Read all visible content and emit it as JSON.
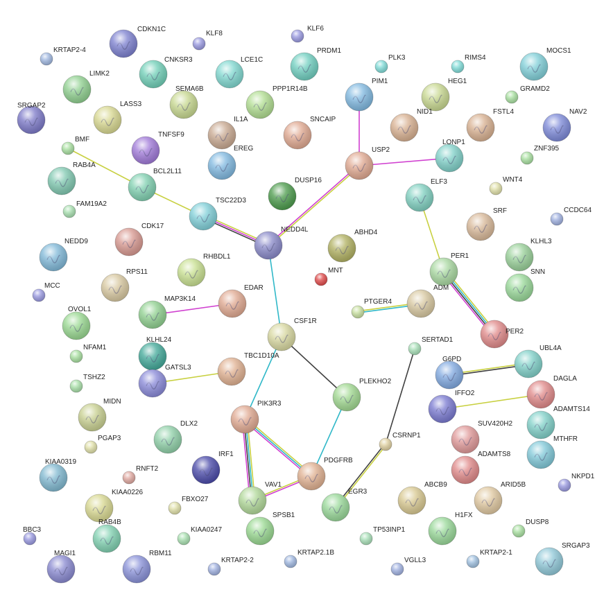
{
  "network": {
    "nodes": [
      {
        "id": "CDKN1C",
        "label": "CDKN1C",
        "color": "#7b7fcf",
        "size": "large"
      },
      {
        "id": "KLF8",
        "label": "KLF8",
        "color": "#9898e0",
        "size": "small"
      },
      {
        "id": "KLF6",
        "label": "KLF6",
        "color": "#9898e0",
        "size": "small"
      },
      {
        "id": "KRTAP2-4",
        "label": "KRTAP2-4",
        "color": "#9fb7e0",
        "size": "small"
      },
      {
        "id": "CNKSR3",
        "label": "CNKSR3",
        "color": "#6fcfb7",
        "size": "large"
      },
      {
        "id": "LCE1C",
        "label": "LCE1C",
        "color": "#7fd8d0",
        "size": "large"
      },
      {
        "id": "PRDM1",
        "label": "PRDM1",
        "color": "#6fcfc0",
        "size": "large"
      },
      {
        "id": "PLK3",
        "label": "PLK3",
        "color": "#7fdcd8",
        "size": "small"
      },
      {
        "id": "RIMS4",
        "label": "RIMS4",
        "color": "#7fdcd8",
        "size": "small"
      },
      {
        "id": "MOCS1",
        "label": "MOCS1",
        "color": "#7fcfd8",
        "size": "large"
      },
      {
        "id": "LIMK2",
        "label": "LIMK2",
        "color": "#8fd08f",
        "size": "large"
      },
      {
        "id": "SRGAP2",
        "label": "SRGAP2",
        "color": "#7b78c8",
        "size": "large"
      },
      {
        "id": "SEMA6B",
        "label": "SEMA6B",
        "color": "#c7d88f",
        "size": "large"
      },
      {
        "id": "PPP1R14B",
        "label": "PPP1R14B",
        "color": "#b0dd90",
        "size": "large"
      },
      {
        "id": "PIM1",
        "label": "PIM1",
        "color": "#7fb8e0",
        "size": "large"
      },
      {
        "id": "HEG1",
        "label": "HEG1",
        "color": "#c8d890",
        "size": "large"
      },
      {
        "id": "GRAMD2",
        "label": "GRAMD2",
        "color": "#a8e0a0",
        "size": "small"
      },
      {
        "id": "LASS3",
        "label": "LASS3",
        "color": "#d8d890",
        "size": "large"
      },
      {
        "id": "IL1A",
        "label": "IL1A",
        "color": "#c8a890",
        "size": "large"
      },
      {
        "id": "SNCAIP",
        "label": "SNCAIP",
        "color": "#e0a890",
        "size": "large"
      },
      {
        "id": "NID1",
        "label": "NID1",
        "color": "#d8b090",
        "size": "large"
      },
      {
        "id": "FSTL4",
        "label": "FSTL4",
        "color": "#d8b090",
        "size": "large"
      },
      {
        "id": "NAV2",
        "label": "NAV2",
        "color": "#7b88d8",
        "size": "large"
      },
      {
        "id": "BMF",
        "label": "BMF",
        "color": "#a8e0a0",
        "size": "small"
      },
      {
        "id": "TNFSF9",
        "label": "TNFSF9",
        "color": "#9f78d8",
        "size": "large"
      },
      {
        "id": "EREG",
        "label": "EREG",
        "color": "#7fb8e0",
        "size": "large"
      },
      {
        "id": "USP2",
        "label": "USP2",
        "color": "#e0a890",
        "size": "large"
      },
      {
        "id": "LONP1",
        "label": "LONP1",
        "color": "#7fd0c8",
        "size": "large"
      },
      {
        "id": "ZNF395",
        "label": "ZNF395",
        "color": "#a8e0a0",
        "size": "small"
      },
      {
        "id": "RAB4A",
        "label": "RAB4A",
        "color": "#7fc8b0",
        "size": "large"
      },
      {
        "id": "BCL2L11",
        "label": "BCL2L11",
        "color": "#7fd0b0",
        "size": "large"
      },
      {
        "id": "DUSP16",
        "label": "DUSP16",
        "color": "#4a9a4a",
        "size": "large"
      },
      {
        "id": "ELF3",
        "label": "ELF3",
        "color": "#7fd0c0",
        "size": "large"
      },
      {
        "id": "WNT4",
        "label": "WNT4",
        "color": "#e0e0a8",
        "size": "small"
      },
      {
        "id": "FAM19A2",
        "label": "FAM19A2",
        "color": "#a8e0b0",
        "size": "small"
      },
      {
        "id": "TSC22D3",
        "label": "TSC22D3",
        "color": "#7fcfd8",
        "size": "large"
      },
      {
        "id": "SRF",
        "label": "SRF",
        "color": "#d8b898",
        "size": "large"
      },
      {
        "id": "CCDC64",
        "label": "CCDC64",
        "color": "#9fb0e0",
        "size": "small"
      },
      {
        "id": "NEDD9",
        "label": "NEDD9",
        "color": "#7fb8d8",
        "size": "large"
      },
      {
        "id": "CDK17",
        "label": "CDK17",
        "color": "#d89890",
        "size": "large"
      },
      {
        "id": "NEDD4L",
        "label": "NEDD4L",
        "color": "#8888c8",
        "size": "large"
      },
      {
        "id": "ABHD4",
        "label": "ABHD4",
        "color": "#b0b060",
        "size": "large"
      },
      {
        "id": "KLHL3",
        "label": "KLHL3",
        "color": "#98d098",
        "size": "large"
      },
      {
        "id": "RHBDL1",
        "label": "RHBDL1",
        "color": "#c8e090",
        "size": "large"
      },
      {
        "id": "MNT",
        "label": "MNT",
        "color": "#e04848",
        "size": "small"
      },
      {
        "id": "PER1",
        "label": "PER1",
        "color": "#a8d8a0",
        "size": "large"
      },
      {
        "id": "RPS11",
        "label": "RPS11",
        "color": "#d8c8a0",
        "size": "large"
      },
      {
        "id": "SNN",
        "label": "SNN",
        "color": "#98d898",
        "size": "large"
      },
      {
        "id": "MCC",
        "label": "MCC",
        "color": "#9898e0",
        "size": "small"
      },
      {
        "id": "EDAR",
        "label": "EDAR",
        "color": "#e0a890",
        "size": "large"
      },
      {
        "id": "ADM",
        "label": "ADM",
        "color": "#d8c8a0",
        "size": "large"
      },
      {
        "id": "MAP3K14",
        "label": "MAP3K14",
        "color": "#8fd08f",
        "size": "large"
      },
      {
        "id": "PTGER4",
        "label": "PTGER4",
        "color": "#c8e0a0",
        "size": "small"
      },
      {
        "id": "OVOL1",
        "label": "OVOL1",
        "color": "#98d890",
        "size": "large"
      },
      {
        "id": "CSF1R",
        "label": "CSF1R",
        "color": "#d8d8a0",
        "size": "large"
      },
      {
        "id": "PER2",
        "label": "PER2",
        "color": "#e08888",
        "size": "large"
      },
      {
        "id": "NFAM1",
        "label": "NFAM1",
        "color": "#a8e0a0",
        "size": "small"
      },
      {
        "id": "KLHL24",
        "label": "KLHL24",
        "color": "#40a898",
        "size": "large"
      },
      {
        "id": "SERTAD1",
        "label": "SERTAD1",
        "color": "#a8e0b8",
        "size": "small"
      },
      {
        "id": "TBC1D10A",
        "label": "TBC1D10A",
        "color": "#e0b090",
        "size": "large"
      },
      {
        "id": "G6PD",
        "label": "G6PD",
        "color": "#7fa8e0",
        "size": "large"
      },
      {
        "id": "UBL4A",
        "label": "UBL4A",
        "color": "#7fd0c8",
        "size": "large"
      },
      {
        "id": "GATSL3",
        "label": "GATSL3",
        "color": "#8888d8",
        "size": "large"
      },
      {
        "id": "TSHZ2",
        "label": "TSHZ2",
        "color": "#a8e0a8",
        "size": "small"
      },
      {
        "id": "PLEKHO2",
        "label": "PLEKHO2",
        "color": "#a0d890",
        "size": "large"
      },
      {
        "id": "DAGLA",
        "label": "DAGLA",
        "color": "#e08888",
        "size": "large"
      },
      {
        "id": "IFFO2",
        "label": "IFFO2",
        "color": "#7878d0",
        "size": "large"
      },
      {
        "id": "MIDN",
        "label": "MIDN",
        "color": "#c8d090",
        "size": "large"
      },
      {
        "id": "PIK3R3",
        "label": "PIK3R3",
        "color": "#e0a890",
        "size": "large"
      },
      {
        "id": "ADAMTS14",
        "label": "ADAMTS14",
        "color": "#7fd0c8",
        "size": "large"
      },
      {
        "id": "DLX2",
        "label": "DLX2",
        "color": "#8fd0a8",
        "size": "large"
      },
      {
        "id": "SUV420H2",
        "label": "SUV420H2",
        "color": "#e09898",
        "size": "large"
      },
      {
        "id": "CSRNP1",
        "label": "CSRNP1",
        "color": "#e0d0a0",
        "size": "small"
      },
      {
        "id": "PGAP3",
        "label": "PGAP3",
        "color": "#e0e0a8",
        "size": "small"
      },
      {
        "id": "MTHFR",
        "label": "MTHFR",
        "color": "#7fc8d8",
        "size": "large"
      },
      {
        "id": "KIAA0319",
        "label": "KIAA0319",
        "color": "#7fb8d0",
        "size": "large"
      },
      {
        "id": "IRF1",
        "label": "IRF1",
        "color": "#4848a8",
        "size": "large"
      },
      {
        "id": "PDGFRB",
        "label": "PDGFRB",
        "color": "#e0b090",
        "size": "large"
      },
      {
        "id": "ADAMTS8",
        "label": "ADAMTS8",
        "color": "#e08888",
        "size": "large"
      },
      {
        "id": "RNFT2",
        "label": "RNFT2",
        "color": "#e0a8a0",
        "size": "small"
      },
      {
        "id": "NKPD1",
        "label": "NKPD1",
        "color": "#9898e0",
        "size": "small"
      },
      {
        "id": "KIAA0226",
        "label": "KIAA0226",
        "color": "#d8d890",
        "size": "large"
      },
      {
        "id": "FBXO27",
        "label": "FBXO27",
        "color": "#e0e0a8",
        "size": "small"
      },
      {
        "id": "VAV1",
        "label": "VAV1",
        "color": "#b0d898",
        "size": "large"
      },
      {
        "id": "ABCB9",
        "label": "ABCB9",
        "color": "#d8c890",
        "size": "large"
      },
      {
        "id": "ARID5B",
        "label": "ARID5B",
        "color": "#e0c8a0",
        "size": "large"
      },
      {
        "id": "EGR3",
        "label": "EGR3",
        "color": "#98d898",
        "size": "large"
      },
      {
        "id": "SPSB1",
        "label": "SPSB1",
        "color": "#98d890",
        "size": "large"
      },
      {
        "id": "RAB4B",
        "label": "RAB4B",
        "color": "#7fd0b0",
        "size": "large"
      },
      {
        "id": "H1FX",
        "label": "H1FX",
        "color": "#98d898",
        "size": "large"
      },
      {
        "id": "DUSP8",
        "label": "DUSP8",
        "color": "#a8e0a0",
        "size": "small"
      },
      {
        "id": "BBC3",
        "label": "BBC3",
        "color": "#9898e0",
        "size": "small"
      },
      {
        "id": "KIAA0247",
        "label": "KIAA0247",
        "color": "#a8e0b0",
        "size": "small"
      },
      {
        "id": "TP53INP1",
        "label": "TP53INP1",
        "color": "#a8e0b8",
        "size": "small"
      },
      {
        "id": "SRGAP3",
        "label": "SRGAP3",
        "color": "#8fc8d8",
        "size": "large"
      },
      {
        "id": "MAGI1",
        "label": "MAGI1",
        "color": "#8888d0",
        "size": "large"
      },
      {
        "id": "RBM11",
        "label": "RBM11",
        "color": "#8890d8",
        "size": "large"
      },
      {
        "id": "KRTAP2-2",
        "label": "KRTAP2-2",
        "color": "#9fb0e0",
        "size": "small"
      },
      {
        "id": "KRTAP2.1B",
        "label": "KRTAP2.1B",
        "color": "#9fb7e0",
        "size": "small"
      },
      {
        "id": "VGLL3",
        "label": "VGLL3",
        "color": "#9fb0e0",
        "size": "small"
      },
      {
        "id": "KRTAP2-1",
        "label": "KRTAP2-1",
        "color": "#9fc0e0",
        "size": "small"
      }
    ],
    "edges": [
      {
        "from": "PIM1",
        "to": "USP2",
        "colors": [
          "#d040d0"
        ]
      },
      {
        "from": "USP2",
        "to": "LONP1",
        "colors": [
          "#d040d0"
        ]
      },
      {
        "from": "USP2",
        "to": "NEDD4L",
        "colors": [
          "#c8d040",
          "#d040d0"
        ]
      },
      {
        "from": "BMF",
        "to": "BCL2L11",
        "colors": [
          "#c8d040"
        ]
      },
      {
        "from": "BCL2L11",
        "to": "TSC22D3",
        "colors": [
          "#c8d040"
        ]
      },
      {
        "from": "TSC22D3",
        "to": "NEDD4L",
        "colors": [
          "#c8d040",
          "#d040d0",
          "#404040"
        ]
      },
      {
        "from": "NEDD4L",
        "to": "CSF1R",
        "colors": [
          "#30b8c8"
        ]
      },
      {
        "from": "ELF3",
        "to": "PER1",
        "colors": [
          "#c8d040"
        ]
      },
      {
        "from": "PER1",
        "to": "PER2",
        "colors": [
          "#c8d040",
          "#30b8c8",
          "#404040",
          "#d040d0"
        ]
      },
      {
        "from": "PTGER4",
        "to": "ADM",
        "colors": [
          "#c8d040",
          "#30b8c8"
        ]
      },
      {
        "from": "MAP3K14",
        "to": "EDAR",
        "colors": [
          "#d040d0"
        ]
      },
      {
        "from": "CSF1R",
        "to": "PLEKHO2",
        "colors": [
          "#404040"
        ]
      },
      {
        "from": "CSF1R",
        "to": "PIK3R3",
        "colors": [
          "#30b8c8"
        ]
      },
      {
        "from": "GATSL3",
        "to": "TBC1D10A",
        "colors": [
          "#c8d040"
        ]
      },
      {
        "from": "PLEKHO2",
        "to": "PDGFRB",
        "colors": [
          "#30b8c8"
        ]
      },
      {
        "from": "PIK3R3",
        "to": "PDGFRB",
        "colors": [
          "#c8d040",
          "#30b8c8",
          "#d040d0"
        ]
      },
      {
        "from": "PIK3R3",
        "to": "VAV1",
        "colors": [
          "#c8d040",
          "#30b8c8",
          "#404040",
          "#d040d0"
        ]
      },
      {
        "from": "VAV1",
        "to": "PDGFRB",
        "colors": [
          "#c8d040",
          "#d040d0"
        ]
      },
      {
        "from": "SERTAD1",
        "to": "CSRNP1",
        "colors": [
          "#404040"
        ]
      },
      {
        "from": "CSRNP1",
        "to": "EGR3",
        "colors": [
          "#c8d040",
          "#404040"
        ]
      },
      {
        "from": "G6PD",
        "to": "UBL4A",
        "colors": [
          "#c8d040",
          "#404040"
        ]
      },
      {
        "from": "IFFO2",
        "to": "DAGLA",
        "colors": [
          "#c8d040"
        ]
      }
    ]
  }
}
